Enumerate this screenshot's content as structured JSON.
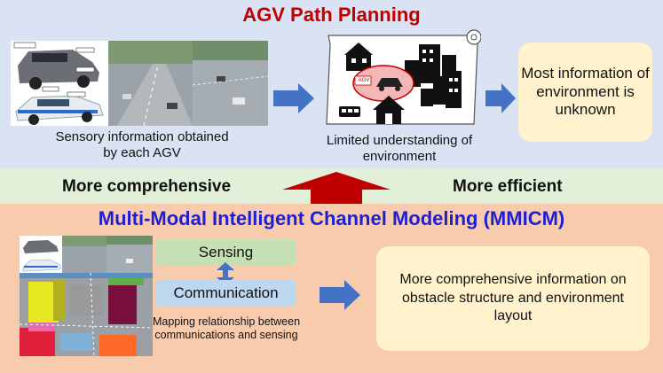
{
  "top": {
    "title": "AGV Path Planning",
    "caption_sensory": "Sensory information obtained by each AGV",
    "caption_limited": "Limited understanding of environment",
    "box_text": "Most information of environment is unknown",
    "agv_label": "AGV"
  },
  "middle": {
    "left_text": "More comprehensive",
    "right_text": "More efficient"
  },
  "bottom": {
    "title": "Multi-Modal Intelligent Channel Modeling (MMICM)",
    "sensing_label": "Sensing",
    "communication_label": "Communication",
    "mapping_caption": "Mapping relationship between communications and sensing",
    "box_text": "More comprehensive information on obstacle structure and environment layout"
  },
  "colors": {
    "title_top": "#c00000",
    "title_bottom": "#1f1fd1",
    "arrow_blue": "#4472c4",
    "arrow_red": "#c00000",
    "sensing_box": "#c5e0b4",
    "communication_box": "#bdd7ee",
    "yellow_box": "#fff2cc"
  }
}
